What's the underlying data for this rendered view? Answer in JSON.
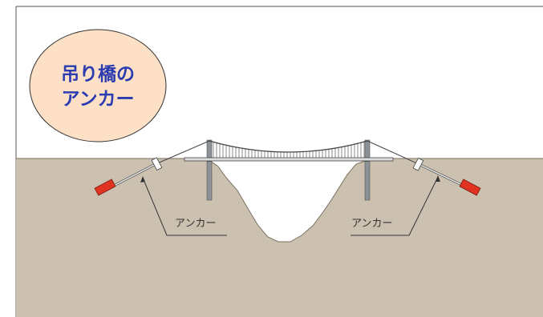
{
  "title_badge": {
    "line1": "吊り橋の",
    "line2": "アンカー",
    "fill_color": "#fde0c6",
    "text_color": "#2b3bb0"
  },
  "labels": {
    "left_anchor": "アンカー",
    "right_anchor": "アンカー"
  },
  "colors": {
    "ground": "#ccc1b0",
    "sky": "#ffffff",
    "anchor_block": "#e03322",
    "tower": "#8b9196",
    "cable": "#444444"
  }
}
